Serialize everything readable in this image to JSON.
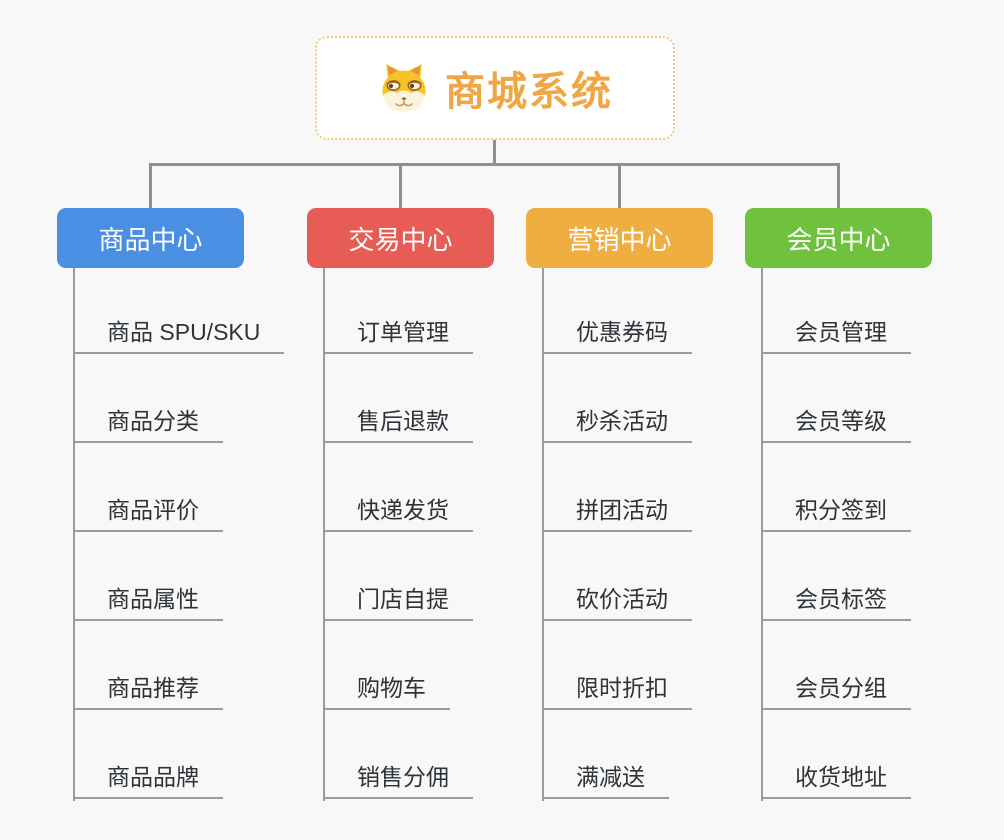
{
  "root": {
    "title": "商城系统",
    "icon": "shiba-dog-icon",
    "border_color": "#f3c87d",
    "title_color": "#f0a644"
  },
  "connector_color": "#8f8f8f",
  "background_color": "#f8f8f8",
  "branches": [
    {
      "label": "商品中心",
      "color": "#4a8fe4",
      "children": [
        "商品 SPU/SKU",
        "商品分类",
        "商品评价",
        "商品属性",
        "商品推荐",
        "商品品牌"
      ]
    },
    {
      "label": "交易中心",
      "color": "#e85c56",
      "children": [
        "订单管理",
        "售后退款",
        "快递发货",
        "门店自提",
        "购物车",
        "销售分佣"
      ]
    },
    {
      "label": "营销中心",
      "color": "#efae42",
      "children": [
        "优惠券码",
        "秒杀活动",
        "拼团活动",
        "砍价活动",
        "限时折扣",
        "满减送"
      ]
    },
    {
      "label": "会员中心",
      "color": "#70c13e",
      "children": [
        "会员管理",
        "会员等级",
        "积分签到",
        "会员标签",
        "会员分组",
        "收货地址"
      ]
    }
  ]
}
